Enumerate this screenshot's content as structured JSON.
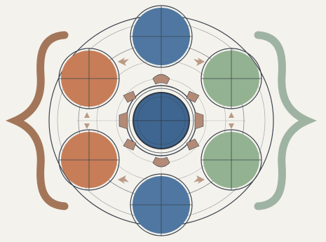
{
  "colors": {
    "background": "#f4f2ec",
    "blue": "#4f77a1",
    "blue_center": "#3f6690",
    "orange": "#c77d58",
    "green": "#93b291",
    "line": "#3b4450",
    "brace_left": "#a3765a",
    "brace_right": "#9fb3a3",
    "connector": "#b08a74"
  },
  "circles": [
    {
      "name": "top-blue-circle",
      "color": "blue"
    },
    {
      "name": "upper-left-orange-circle",
      "color": "orange"
    },
    {
      "name": "upper-right-green-circle",
      "color": "green"
    },
    {
      "name": "center-blue-circle",
      "color": "blue_center"
    },
    {
      "name": "lower-left-orange-circle",
      "color": "orange"
    },
    {
      "name": "lower-right-green-circle",
      "color": "green"
    },
    {
      "name": "bottom-blue-circle",
      "color": "blue"
    }
  ],
  "braces": [
    {
      "name": "left-brace-icon",
      "color": "brace_left"
    },
    {
      "name": "right-brace-icon",
      "color": "brace_right"
    }
  ]
}
